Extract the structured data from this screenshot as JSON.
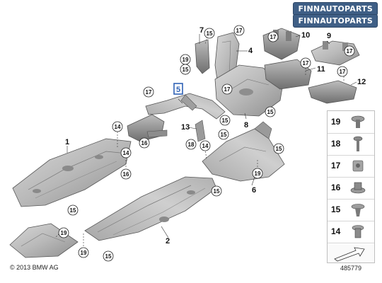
{
  "watermark": {
    "line1": "FINNAUTOPARTS",
    "line2": "FINNAUTOPARTS"
  },
  "copyright": "© 2013 BMW AG",
  "drawing_number": "485779",
  "part_numbers": [
    "1",
    "2",
    "4",
    "5",
    "6",
    "7",
    "8",
    "9",
    "10",
    "11",
    "12",
    "13"
  ],
  "callouts": [
    "14",
    "15",
    "16",
    "17",
    "18",
    "19"
  ],
  "legend": {
    "items": [
      "19",
      "18",
      "17",
      "16",
      "15",
      "14"
    ]
  },
  "colors": {
    "part_fill": "#c9c9c9",
    "part_dark": "#9a9a9a",
    "accent": "#2f62b5",
    "watermark_bg": "#3f5f86"
  }
}
